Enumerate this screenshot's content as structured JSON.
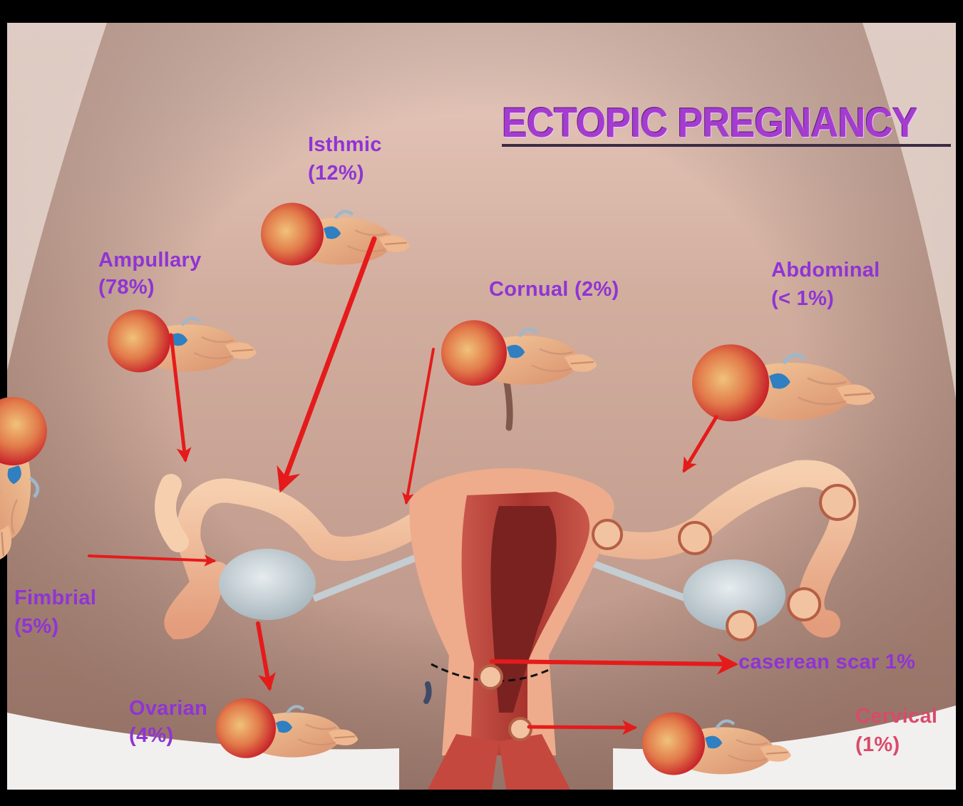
{
  "title": "ECTOPIC PREGNANCY",
  "colors": {
    "title": "#a43ccf",
    "label": "#8f34d4",
    "label_cervical": "#d94a6c",
    "arrow": "#e51b1b",
    "skin": "#c9a596",
    "background_bar": "#000000",
    "uterus": "#e8a58a",
    "ovary": "#c9d3d8"
  },
  "labels": [
    {
      "id": "isthmic",
      "name": "Isthmic",
      "pct": "(12%)"
    },
    {
      "id": "ampullary",
      "name": "Ampullary",
      "pct": "(78%)"
    },
    {
      "id": "cornual",
      "name": "Cornual (2%)",
      "pct": ""
    },
    {
      "id": "abdominal",
      "name": "Abdominal",
      "pct": "(< 1%)"
    },
    {
      "id": "fimbrial",
      "name": "Fimbrial",
      "pct": "(5%)"
    },
    {
      "id": "caesarean",
      "name": "caserean scar 1%",
      "pct": ""
    },
    {
      "id": "ovarian",
      "name": "Ovarian",
      "pct": "(4%)"
    },
    {
      "id": "cervical",
      "name": "Cervical",
      "pct": "(1%)"
    }
  ]
}
